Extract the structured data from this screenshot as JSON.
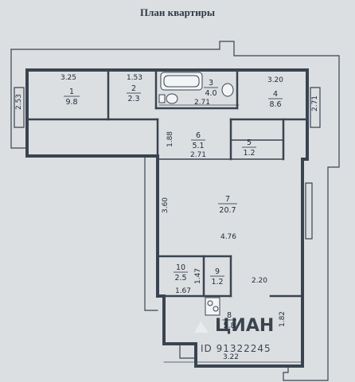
{
  "title": "План квартиры",
  "rooms": [
    {
      "number": "1",
      "area": "9.8"
    },
    {
      "number": "2",
      "area": "2.3"
    },
    {
      "number": "3",
      "area": "4.0"
    },
    {
      "number": "4",
      "area": "8.6"
    },
    {
      "number": "6",
      "area": "5.1"
    },
    {
      "number": "5",
      "area": "1.2"
    },
    {
      "number": "7",
      "area": "20.7"
    },
    {
      "number": "10",
      "area": "2.5"
    },
    {
      "number": "9",
      "area": "1.2"
    },
    {
      "number": "8",
      "area": "5.8"
    }
  ],
  "dimensions": [
    "3.25",
    "2.53",
    "1.53",
    "2.71",
    "3.20",
    "2.71",
    "1.88",
    "2.71",
    "3.60",
    "4.76",
    "1.47",
    "2.20",
    "1.67",
    "1.82",
    "3.22"
  ],
  "watermark": {
    "brand": "ЦИАН",
    "id": "ID 91322245"
  },
  "colors": {
    "background": "#dcdfe2",
    "wall": "#3a4450",
    "fixture": "#f2f4f6"
  }
}
